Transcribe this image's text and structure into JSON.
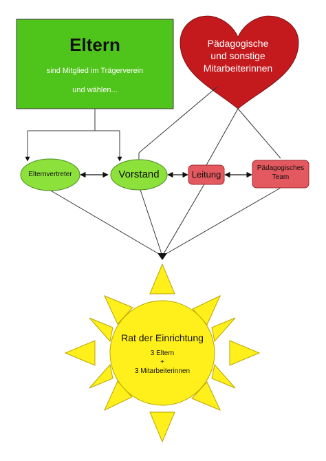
{
  "eltern_box": {
    "title": "Eltern",
    "line1": "sind Mitglied im Trägerverein",
    "line2": "und wählen...",
    "color": "#4fc41a"
  },
  "heart": {
    "lines": [
      "Pädagogische",
      "und sonstige",
      "Mitarbeiterinnen"
    ],
    "color": "#c41a1e"
  },
  "nodes": {
    "elternvertreter": "Elternvertreter",
    "vorstand": "Vorstand",
    "leitung": "Leitung",
    "team": [
      "Pädagogisches",
      "Team"
    ]
  },
  "sun": {
    "title": "Rat der Einrichtung",
    "line1": "3 Eltern",
    "line2": "+",
    "line3": "3 Mitarbeiterinnen",
    "color": "#ffef1a"
  },
  "colors": {
    "green_node": "#8de13b",
    "red_node": "#e4585f"
  }
}
